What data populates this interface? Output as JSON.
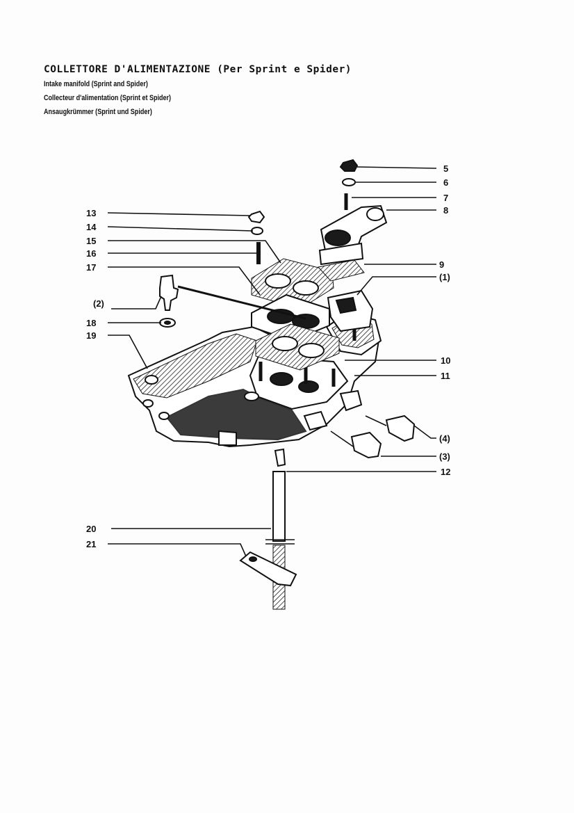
{
  "title": {
    "it": "COLLETTORE D'ALIMENTAZIONE (Per Sprint e Spider)",
    "en": "Intake manifold (Sprint and Spider)",
    "fr": "Collecteur d'alimentation (Sprint et Spider)",
    "de": "Ansaugkrümmer (Sprint und Spider)"
  },
  "callouts": {
    "c5": "5",
    "c6": "6",
    "c7": "7",
    "c8": "8",
    "c9": "9",
    "c1": "(1)",
    "c10": "10",
    "c11": "11",
    "c4": "(4)",
    "c3": "(3)",
    "c12": "12",
    "c13": "13",
    "c14": "14",
    "c15": "15",
    "c16": "16",
    "c17": "17",
    "c2": "(2)",
    "c18": "18",
    "c19": "19",
    "c20": "20",
    "c21": "21"
  }
}
